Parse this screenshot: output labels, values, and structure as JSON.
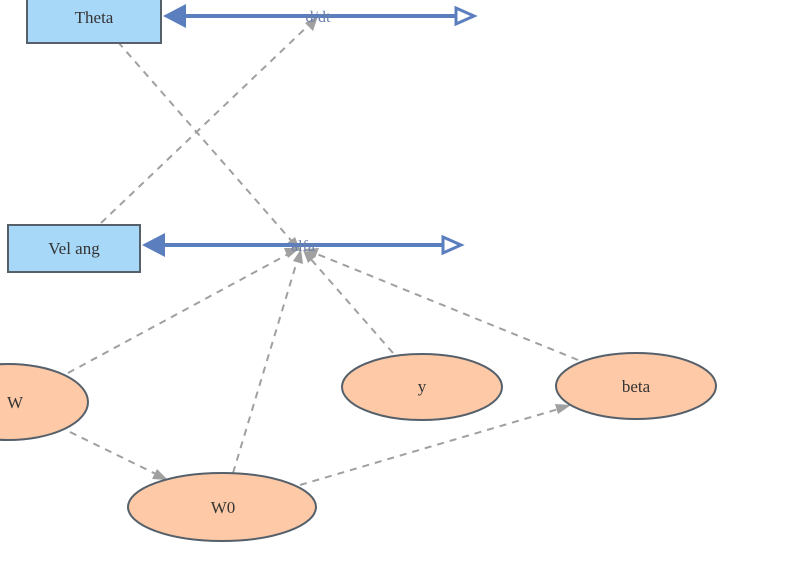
{
  "diagram": {
    "stocks": {
      "theta": "Theta",
      "vel_ang": "Vel ang"
    },
    "flows": {
      "d_dt": "d/dt",
      "alfa": "alfa"
    },
    "auxiliaries": {
      "w": "W",
      "w0": "W0",
      "y": "y",
      "beta": "beta"
    }
  },
  "colors": {
    "stock_fill": "#a8d8f8",
    "auxiliary_fill": "#fdc9a6",
    "flow_pipe": "#5b7fbe",
    "link": "#a0a0a0"
  }
}
